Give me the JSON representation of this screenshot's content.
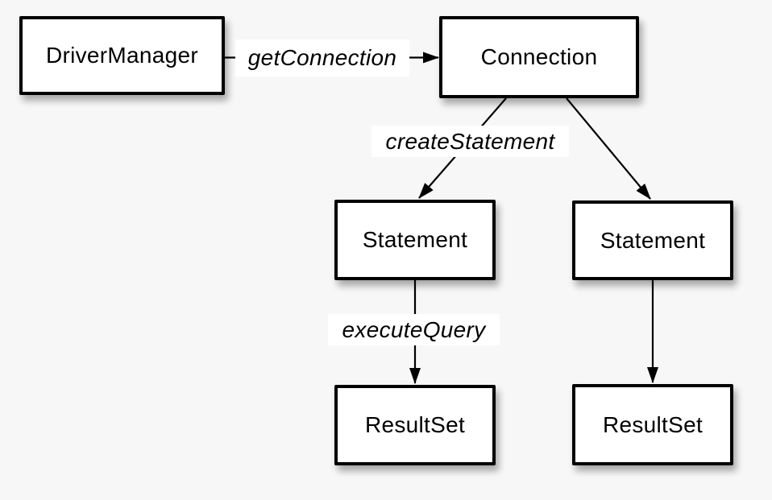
{
  "diagram_type": "flow-diagram",
  "nodes": [
    {
      "id": "drivermanager",
      "label": "DriverManager"
    },
    {
      "id": "connection",
      "label": "Connection"
    },
    {
      "id": "statement_left",
      "label": "Statement"
    },
    {
      "id": "statement_right",
      "label": "Statement"
    },
    {
      "id": "resultset_left",
      "label": "ResultSet"
    },
    {
      "id": "resultset_right",
      "label": "ResultSet"
    }
  ],
  "edges": [
    {
      "from": "drivermanager",
      "to": "connection",
      "label": "getConnection"
    },
    {
      "from": "connection",
      "to": "statement_left",
      "label": "createStatement"
    },
    {
      "from": "connection",
      "to": "statement_right",
      "label": ""
    },
    {
      "from": "statement_left",
      "to": "resultset_left",
      "label": "executeQuery"
    },
    {
      "from": "statement_right",
      "to": "resultset_right",
      "label": ""
    }
  ],
  "colors": {
    "background": "#f7f7f7",
    "node_fill": "#ffffff",
    "node_border": "#000000",
    "text": "#000000",
    "edge_label_background": "#ffffff"
  }
}
